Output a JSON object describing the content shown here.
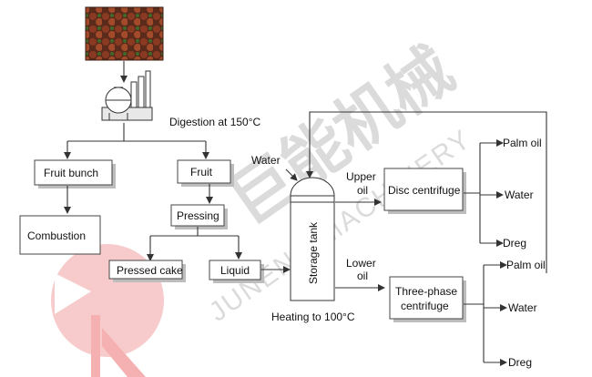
{
  "photo": {
    "subject": "palm fruit bunches"
  },
  "steps": {
    "digestion": "Digestion at 150°C",
    "fruit_bunch": "Fruit bunch",
    "fruit": "Fruit",
    "combustion": "Combustion",
    "pressing": "Pressing",
    "pressed_cake": "Pressed cake",
    "liquid": "Liquid",
    "water_in": "Water",
    "storage_tank": "Storage tank",
    "heating": "Heating to 100°C",
    "upper_oil": "Upper\noil",
    "lower_oil": "Lower\noil",
    "disc_centrifuge": "Disc centrifuge",
    "three_phase_line1": "Three-phase",
    "three_phase_line2": "centrifuge",
    "upper_outputs": [
      "Palm oil",
      "Water",
      "Dreg"
    ],
    "lower_outputs": [
      "Palm oil",
      "Water",
      "Dreg"
    ]
  },
  "watermark": {
    "chinese": "巨能机械",
    "english": "JUNENG MACHINERY"
  },
  "colors": {
    "logo_red": "#f4b5b5",
    "watermark_gray": "#c8c8c8"
  }
}
